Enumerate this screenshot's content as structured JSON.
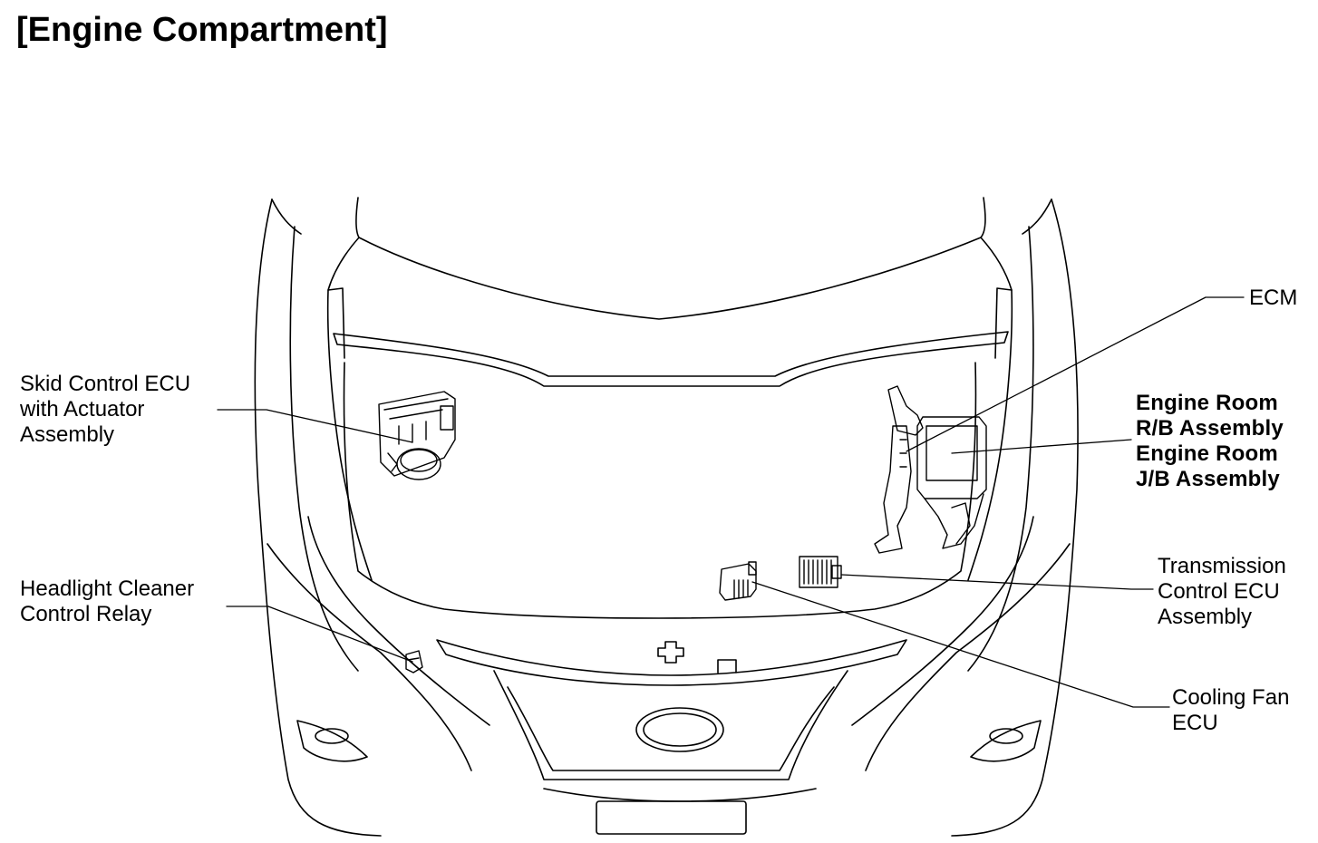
{
  "title": "[Engine Compartment]",
  "labels": {
    "skid": [
      "Skid Control ECU",
      "with Actuator",
      "Assembly"
    ],
    "headlight": [
      "Headlight Cleaner",
      "Control Relay"
    ],
    "ecm": [
      "ECM"
    ],
    "engine_room": [
      "Engine Room",
      "R/B Assembly",
      "Engine Room",
      "J/B Assembly"
    ],
    "transmission": [
      "Transmission",
      "Control ECU",
      "Assembly"
    ],
    "cooling_fan": [
      "Cooling Fan",
      "ECU"
    ]
  }
}
